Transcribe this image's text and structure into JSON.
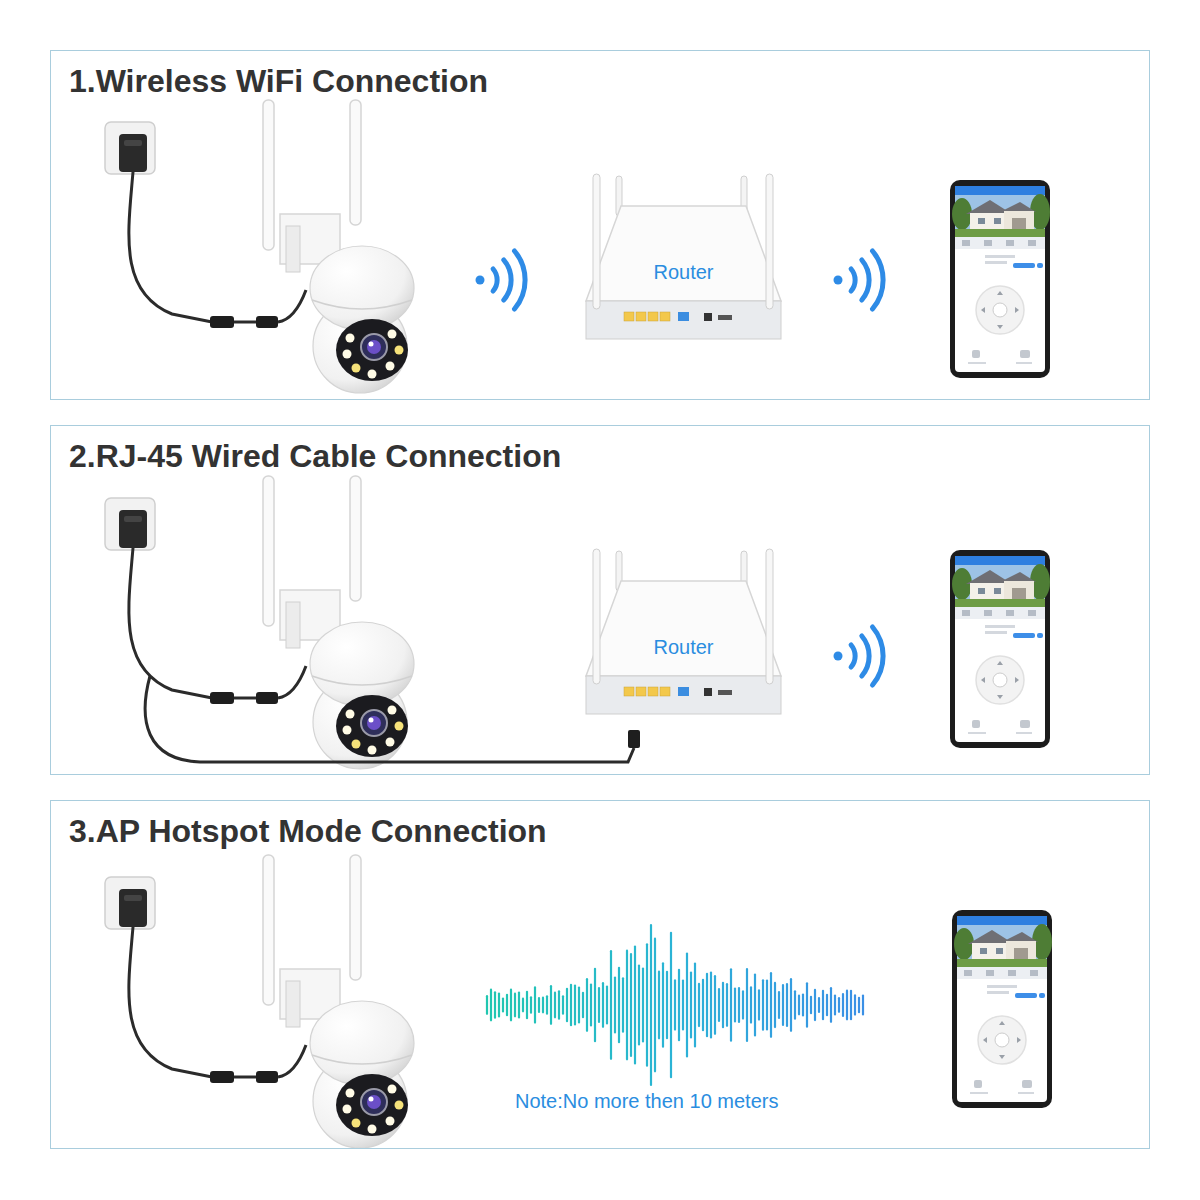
{
  "diagram": {
    "nodes": [
      {
        "text": [
          "1.Wireless WiFi Connection"
        ]
      },
      {
        "text": [
          "Router"
        ],
        "in": 0
      },
      {
        "text": [
          "2.RJ-45 Wired Cable Connection"
        ]
      },
      {
        "text": [
          "Router"
        ],
        "in": 2
      },
      {
        "text": [
          "3.AP Hotspot Mode Connection"
        ]
      }
    ],
    "labels": [
      "Note:No more then 10 meters"
    ]
  }
}
